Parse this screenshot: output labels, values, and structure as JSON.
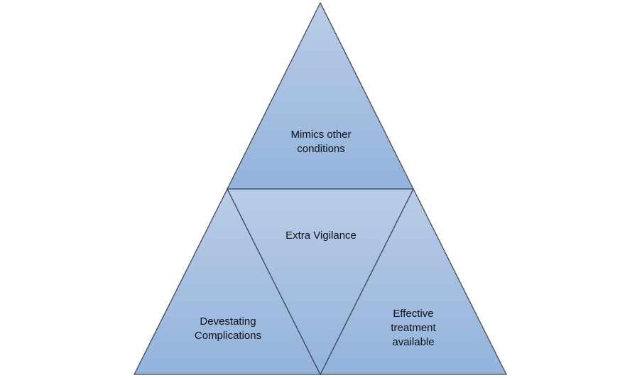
{
  "diagram": {
    "top": [
      "Mimics other",
      "conditions"
    ],
    "center": "Extra Vigilance",
    "left": [
      "Devestating",
      "Complications"
    ],
    "right": [
      "Effective",
      "treatment",
      "available"
    ]
  },
  "colors": {
    "fill_light": "#b9cde6",
    "fill_dark": "#93b3dc",
    "stroke": "#3f4a5a"
  }
}
